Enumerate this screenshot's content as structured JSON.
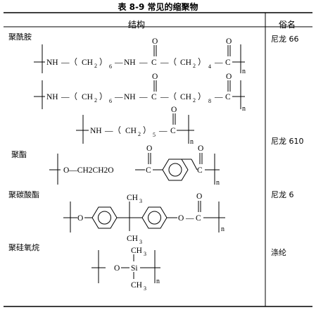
{
  "caption": "表 8-9 常见的缩聚物",
  "table": {
    "headers": {
      "structure": "结构",
      "common_name": "俗名"
    },
    "categories": [
      "聚酰胺",
      "聚酯",
      "聚碳酸酯",
      "聚硅氧烷"
    ],
    "common_names": [
      "尼龙 66",
      "尼龙 610",
      "尼龙 6",
      "涤纶"
    ]
  },
  "formulas": {
    "nh": "NH",
    "ch2": "CH",
    "sub2": "2",
    "n6": "6",
    "n4": "4",
    "n8": "8",
    "n5": "5",
    "c": "C",
    "o": "O",
    "ch3": "CH",
    "sub3": "3",
    "si": "Si",
    "och2ch2o": "O—CH2CH2O",
    "n": "n"
  }
}
